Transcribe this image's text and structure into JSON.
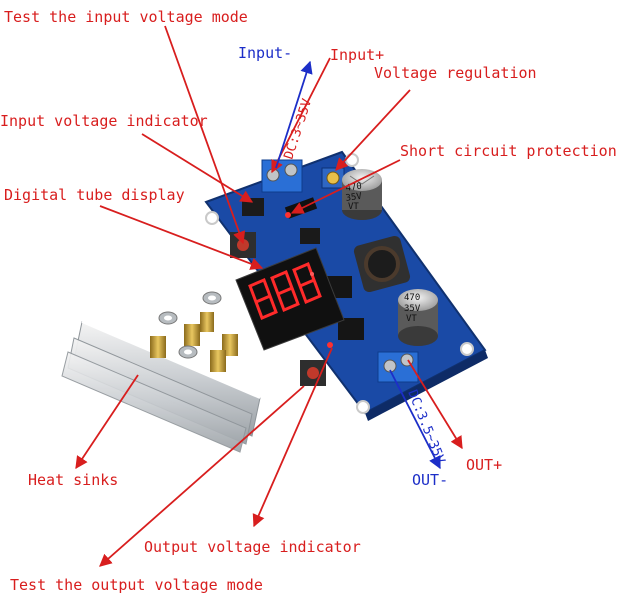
{
  "labels": {
    "test_input_mode": "Test the input voltage mode",
    "input_minus": "Input-",
    "input_plus": "Input+",
    "voltage_regulation": "Voltage regulation",
    "input_voltage_indicator": "Input voltage indicator",
    "short_circuit_protection": "Short circuit protection",
    "digital_tube_display": "Digital tube display",
    "heat_sinks": "Heat sinks",
    "output_voltage_indicator": "Output voltage indicator",
    "test_output_mode": "Test the output voltage mode",
    "out_minus": "OUT-",
    "out_plus": "OUT+",
    "dc_input_range": "DC:3~35V",
    "dc_output_range": "DC:3.5~35V"
  },
  "components": {
    "capacitor_top": {
      "value": "470",
      "voltage": "35V",
      "mark": "VT"
    },
    "capacitor_bottom": {
      "value": "470",
      "voltage": "35V",
      "mark": "VT"
    }
  },
  "colors": {
    "callout_red": "#d81e1e",
    "callout_blue": "#1c2ec8",
    "pcb_blue": "#1a4aa6",
    "display_red": "#ff2a2a"
  }
}
